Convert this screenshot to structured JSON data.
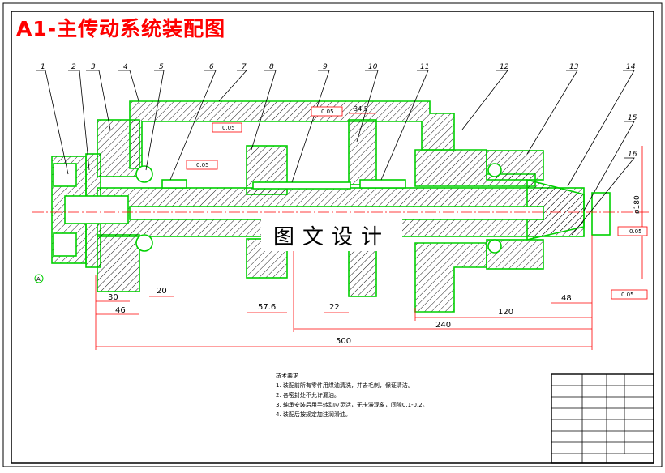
{
  "drawing": {
    "title": "A1-主传动系统装配图",
    "watermark": "图文设计",
    "part_numbers": [
      "1",
      "2",
      "3",
      "4",
      "5",
      "6",
      "7",
      "8",
      "9",
      "10",
      "11",
      "12",
      "13",
      "14",
      "15",
      "16"
    ],
    "dimensions": {
      "d30": "30",
      "d46": "46",
      "d20": "20",
      "d57_6": "57.6",
      "d22": "22",
      "d120": "120",
      "d48": "48",
      "d240": "240",
      "d500": "500",
      "d34_5": "34.5",
      "dia180": "ø180",
      "datum_A": "A"
    },
    "tolerances": {
      "t1": "0.05",
      "t2": "0.05",
      "t3": "0.05",
      "t4": "0.05",
      "t5": "0.05"
    },
    "notes": {
      "heading": "技术要求",
      "line1": "1. 装配前所有零件用煤油清洗，并去毛刺，保证清洁。",
      "line2": "2. 各密封处不允许漏油。",
      "line3": "3. 轴承安装后用手转动应灵活，无卡滞现象，间隙0.1-0.2。",
      "line4": "4. 装配后按规定加注润滑油。"
    }
  },
  "colors": {
    "outline": "#00d000",
    "dimension": "#ff0000",
    "title": "#ff0000",
    "hatch": "#000000",
    "frame": "#000000"
  }
}
